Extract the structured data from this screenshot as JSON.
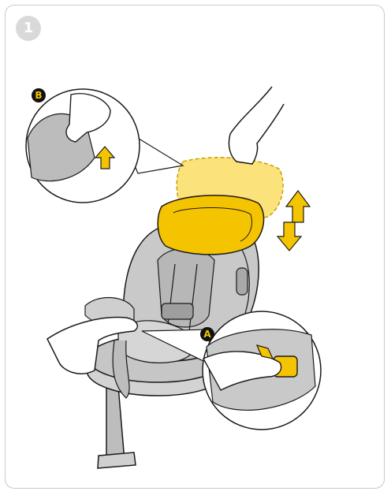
{
  "step": {
    "number": "1"
  },
  "callouts": {
    "a": "A",
    "b": "B"
  },
  "colors": {
    "accent": "#f5c400",
    "accent_light": "#fbe27a",
    "seat_grey": "#c9c9c9",
    "seat_dark": "#9e9e9e",
    "line": "#1a1a1a"
  },
  "icons": [
    "up-arrow-icon",
    "down-arrow-icon",
    "push-arrow-icon",
    "hand-icon"
  ]
}
